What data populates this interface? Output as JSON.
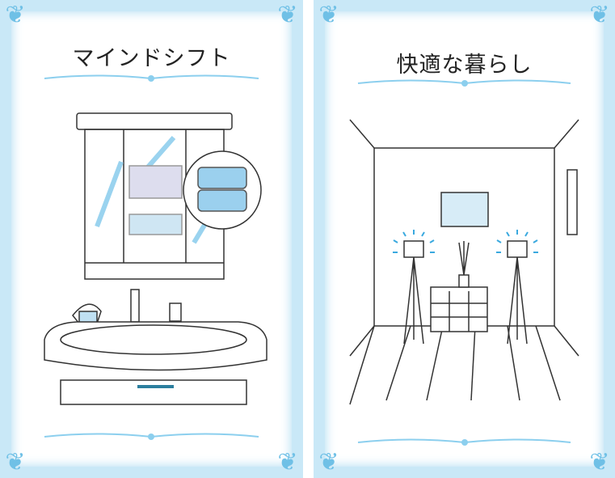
{
  "cards": [
    {
      "title": "マインドシフト",
      "scene": "bathroom-vanity-illustration"
    },
    {
      "title": "快適な暮らし",
      "scene": "living-room-illustration"
    }
  ],
  "colors": {
    "frame": "#c9e8f7",
    "ornament": "#6fc0e6",
    "line": "#333333",
    "glow": "#3aa9df"
  }
}
